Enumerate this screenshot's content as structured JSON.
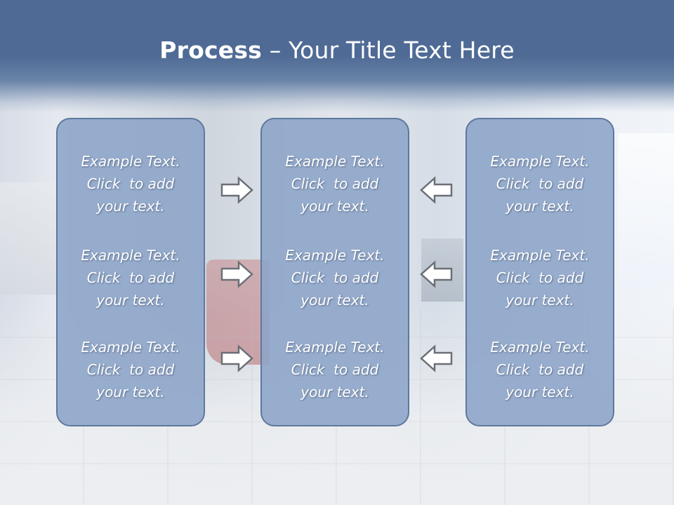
{
  "slide": {
    "title_bold": "Process",
    "title_rest": " – Your Title Text Here"
  },
  "columns": [
    {
      "name": "left",
      "blocks": [
        {
          "line1": "Example Text.",
          "line2": "Click  to add",
          "line3": "your text."
        },
        {
          "line1": "Example Text.",
          "line2": "Click  to add",
          "line3": "your text."
        },
        {
          "line1": "Example Text.",
          "line2": "Click  to add",
          "line3": "your text."
        }
      ]
    },
    {
      "name": "middle",
      "blocks": [
        {
          "line1": "Example Text.",
          "line2": "Click  to add",
          "line3": "your text."
        },
        {
          "line1": "Example Text.",
          "line2": "Click  to add",
          "line3": "your text."
        },
        {
          "line1": "Example Text.",
          "line2": "Click  to add",
          "line3": "your text."
        }
      ]
    },
    {
      "name": "right",
      "blocks": [
        {
          "line1": "Example Text.",
          "line2": "Click  to add",
          "line3": "your text."
        },
        {
          "line1": "Example Text.",
          "line2": "Click  to add",
          "line3": "your text."
        },
        {
          "line1": "Example Text.",
          "line2": "Click  to add",
          "line3": "your text."
        }
      ]
    }
  ],
  "arrows": {
    "left_group": "arrow-right-icon",
    "right_group": "arrow-left-icon"
  },
  "colors": {
    "header": "#4f6b95",
    "box_fill": "#8ca4c8",
    "box_border": "#5e789d",
    "text": "#ffffff"
  }
}
